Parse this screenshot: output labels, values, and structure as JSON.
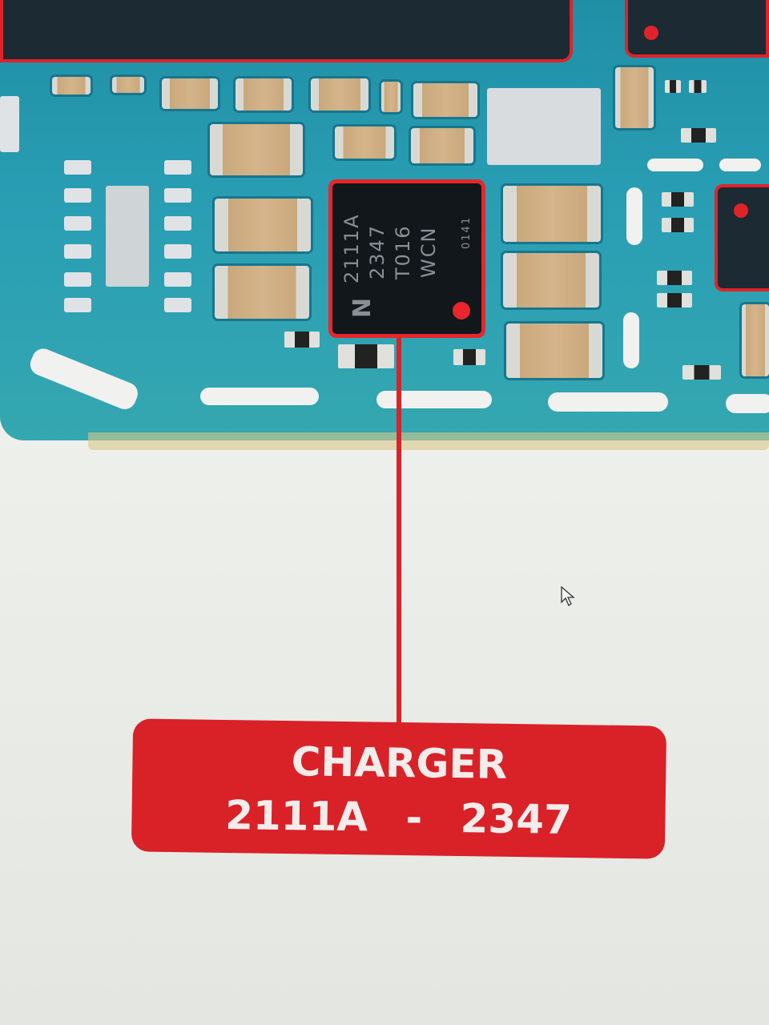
{
  "chip": {
    "marking_lines": [
      "2111A",
      "2347",
      "T016",
      "WCN"
    ],
    "side_code": "0141",
    "logo_letter": "N"
  },
  "callout": {
    "title": "CHARGER",
    "part": "2111A - 2347"
  },
  "colors": {
    "highlight": "#e0232a",
    "board": "#2a9fb4",
    "label_bg": "#d92128"
  }
}
